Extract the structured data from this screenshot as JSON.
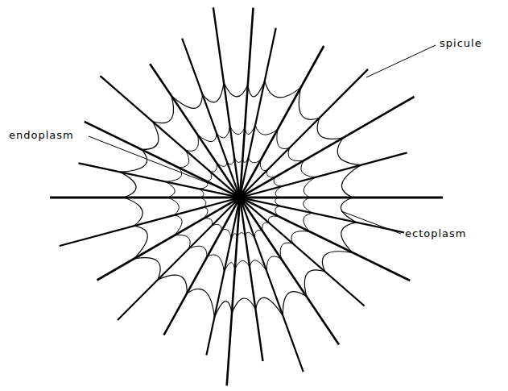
{
  "diagram": {
    "labels": [
      "spicule",
      "endoplasm",
      "ectoplasm"
    ]
  }
}
